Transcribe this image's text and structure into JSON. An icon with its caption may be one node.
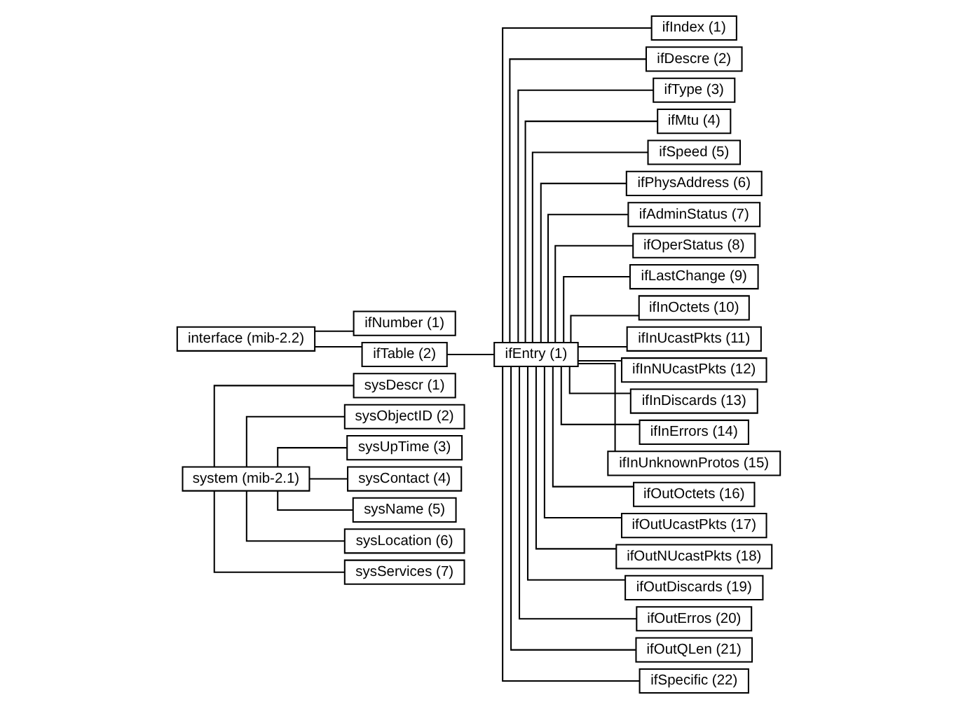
{
  "diagram": {
    "nodes": [
      {
        "text": [
          "system (mib-2.1)"
        ]
      },
      {
        "text": [
          "sysDescr (1)"
        ]
      },
      {
        "text": [
          "sysObjectID (2)"
        ]
      },
      {
        "text": [
          "sysUpTime (3)"
        ]
      },
      {
        "text": [
          "sysContact (4)"
        ]
      },
      {
        "text": [
          "sysName (5)"
        ]
      },
      {
        "text": [
          "sysLocation (6)"
        ]
      },
      {
        "text": [
          "sysServices (7)"
        ]
      },
      {
        "text": [
          "interface (mib-2.2)"
        ]
      },
      {
        "text": [
          "ifNumber (1)"
        ]
      },
      {
        "text": [
          "ifTable (2)"
        ]
      },
      {
        "text": [
          "ifEntry (1)"
        ]
      },
      {
        "text": [
          "ifIndex (1)"
        ]
      },
      {
        "text": [
          "ifDescre (2)"
        ]
      },
      {
        "text": [
          "ifType (3)"
        ]
      },
      {
        "text": [
          "ifMtu (4)"
        ]
      },
      {
        "text": [
          "ifSpeed (5)"
        ]
      },
      {
        "text": [
          "ifPhysAddress (6)"
        ]
      },
      {
        "text": [
          "ifAdminStatus (7)"
        ]
      },
      {
        "text": [
          "ifOperStatus (8)"
        ]
      },
      {
        "text": [
          "ifLastChange (9)"
        ]
      },
      {
        "text": [
          "ifInOctets (10)"
        ]
      },
      {
        "text": [
          "ifInUcastPkts (11)"
        ]
      },
      {
        "text": [
          "ifInNUcastPkts (12)"
        ]
      },
      {
        "text": [
          "ifInDiscards (13)"
        ]
      },
      {
        "text": [
          "ifInErrors (14)"
        ]
      },
      {
        "text": [
          "ifInUnknownProtos (15)"
        ]
      },
      {
        "text": [
          "ifOutOctets (16)"
        ]
      },
      {
        "text": [
          "ifOutUcastPkts (17)"
        ]
      },
      {
        "text": [
          "ifOutNUcastPkts (18)"
        ]
      },
      {
        "text": [
          "ifOutDiscards (19)"
        ]
      },
      {
        "text": [
          "ifOutErros (20)"
        ]
      },
      {
        "text": [
          "ifOutQLen (21)"
        ]
      },
      {
        "text": [
          "ifSpecific (22)"
        ]
      }
    ],
    "edges": [
      {
        "from": 0,
        "to": 1,
        "arrow": "none"
      },
      {
        "from": 0,
        "to": 2,
        "arrow": "none"
      },
      {
        "from": 0,
        "to": 3,
        "arrow": "none"
      },
      {
        "from": 0,
        "to": 4,
        "arrow": "none"
      },
      {
        "from": 0,
        "to": 5,
        "arrow": "none"
      },
      {
        "from": 0,
        "to": 6,
        "arrow": "none"
      },
      {
        "from": 0,
        "to": 7,
        "arrow": "none"
      },
      {
        "from": 8,
        "to": 9,
        "arrow": "none"
      },
      {
        "from": 8,
        "to": 10,
        "arrow": "none"
      },
      {
        "from": 10,
        "to": 11,
        "arrow": "none"
      },
      {
        "from": 11,
        "to": 12,
        "arrow": "none"
      },
      {
        "from": 11,
        "to": 13,
        "arrow": "none"
      },
      {
        "from": 11,
        "to": 14,
        "arrow": "none"
      },
      {
        "from": 11,
        "to": 15,
        "arrow": "none"
      },
      {
        "from": 11,
        "to": 16,
        "arrow": "none"
      },
      {
        "from": 11,
        "to": 17,
        "arrow": "none"
      },
      {
        "from": 11,
        "to": 18,
        "arrow": "none"
      },
      {
        "from": 11,
        "to": 19,
        "arrow": "none"
      },
      {
        "from": 11,
        "to": 20,
        "arrow": "none"
      },
      {
        "from": 11,
        "to": 21,
        "arrow": "none"
      },
      {
        "from": 11,
        "to": 22,
        "arrow": "none"
      },
      {
        "from": 11,
        "to": 23,
        "arrow": "none"
      },
      {
        "from": 11,
        "to": 24,
        "arrow": "none"
      },
      {
        "from": 11,
        "to": 25,
        "arrow": "none"
      },
      {
        "from": 11,
        "to": 26,
        "arrow": "none"
      },
      {
        "from": 11,
        "to": 27,
        "arrow": "none"
      },
      {
        "from": 11,
        "to": 28,
        "arrow": "none"
      },
      {
        "from": 11,
        "to": 29,
        "arrow": "none"
      },
      {
        "from": 11,
        "to": 30,
        "arrow": "none"
      },
      {
        "from": 11,
        "to": 31,
        "arrow": "none"
      },
      {
        "from": 11,
        "to": 32,
        "arrow": "none"
      },
      {
        "from": 11,
        "to": 33,
        "arrow": "none"
      }
    ]
  }
}
